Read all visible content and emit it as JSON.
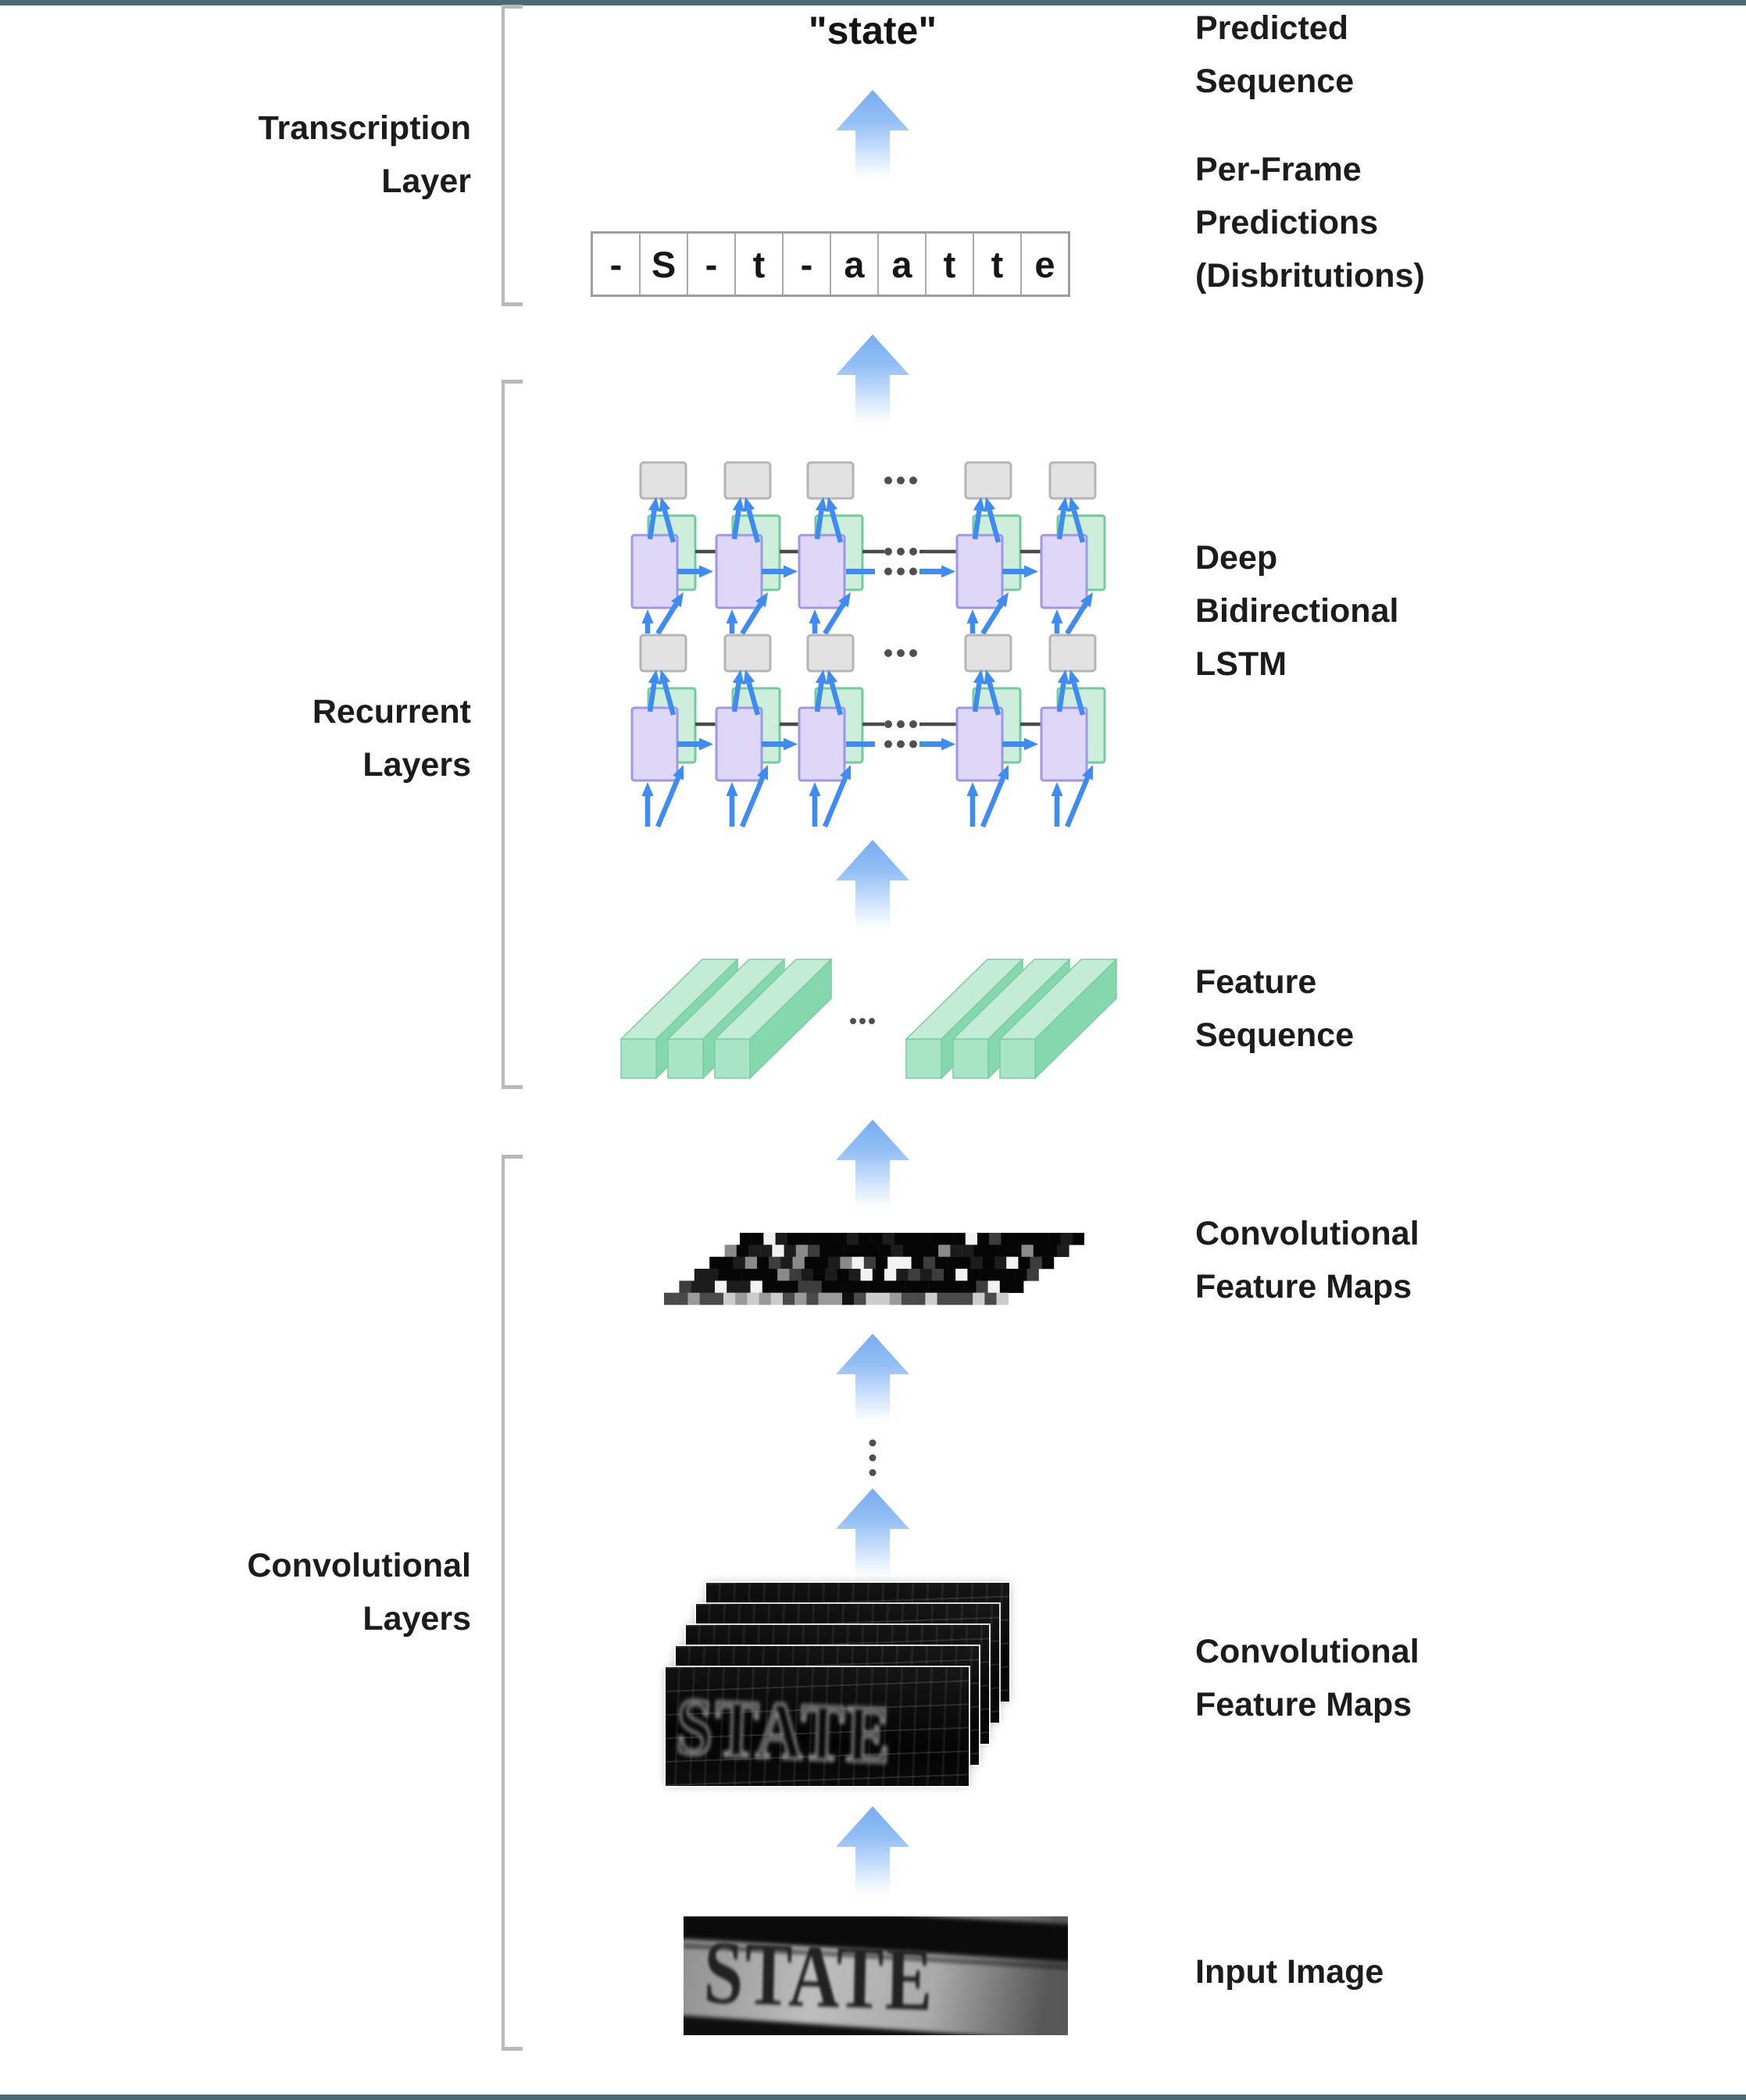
{
  "page": {
    "background": "#ffffff",
    "accent_bar_color": "#4b6c77"
  },
  "predicted_sequence": "\"state\"",
  "per_frame_predictions": {
    "cells": [
      "-",
      "S",
      "-",
      "t",
      "-",
      "a",
      "a",
      "t",
      "t",
      "e"
    ]
  },
  "input_image_text": "STATE",
  "feature_map_text": "STATE",
  "sections": {
    "left_labels": [
      {
        "id": "transcription-layer",
        "lines": [
          "Transcription",
          "Layer"
        ]
      },
      {
        "id": "recurrent-layers",
        "lines": [
          "Recurrent",
          "Layers"
        ]
      },
      {
        "id": "convolutional-layers",
        "lines": [
          "Convolutional",
          "Layers"
        ]
      }
    ],
    "right_labels": [
      {
        "id": "predicted-sequence",
        "lines": [
          "Predicted",
          "Sequence"
        ]
      },
      {
        "id": "per-frame-predictions",
        "lines": [
          "Per-Frame",
          "Predictions",
          "(Disbritutions)"
        ]
      },
      {
        "id": "deep-bidirectional-lstm",
        "lines": [
          "Deep",
          "Bidirectional",
          "LSTM"
        ]
      },
      {
        "id": "feature-sequence",
        "lines": [
          "Feature",
          "Sequence"
        ]
      },
      {
        "id": "conv-feature-maps-upper",
        "lines": [
          "Convolutional",
          "Feature Maps"
        ]
      },
      {
        "id": "conv-feature-maps-lower",
        "lines": [
          "Convolutional",
          "Feature Maps"
        ]
      },
      {
        "id": "input-image",
        "lines": [
          "Input Image"
        ]
      }
    ]
  },
  "diagram": {
    "flow_arrow_count": 7,
    "flow_arrow_icon": "up-arrow",
    "ellipsis": "...",
    "colors": {
      "flow_arrow_blue": "#78acf1",
      "lstm_forward_cell": "#ded7f8",
      "lstm_forward_border": "#a195e8",
      "lstm_backward_cell": "#cceeda",
      "lstm_backward_border": "#72cb9c",
      "lstm_output_fill": "#e2e2e2",
      "lstm_output_border": "#b5b5b5",
      "lstm_arrow_blue": "#3e8cf3",
      "recurrent_line_dark": "#4a4a4a",
      "bar_top_face": "#c3ebd6",
      "bar_front_face": "#a8e4c6",
      "bar_side_face": "#85d7ae",
      "bar_edge": "#79cda2",
      "dots_gray": "#4f4f4f",
      "bracket_gray": "#b9b9b9"
    },
    "lstm": {
      "bilstm_layers": 2,
      "visible_columns": 5,
      "outputs_per_column": 1
    },
    "feature_sequence": {
      "groups": 2,
      "bars_per_group": 3
    },
    "conv_stack": {
      "layers": 5
    }
  }
}
